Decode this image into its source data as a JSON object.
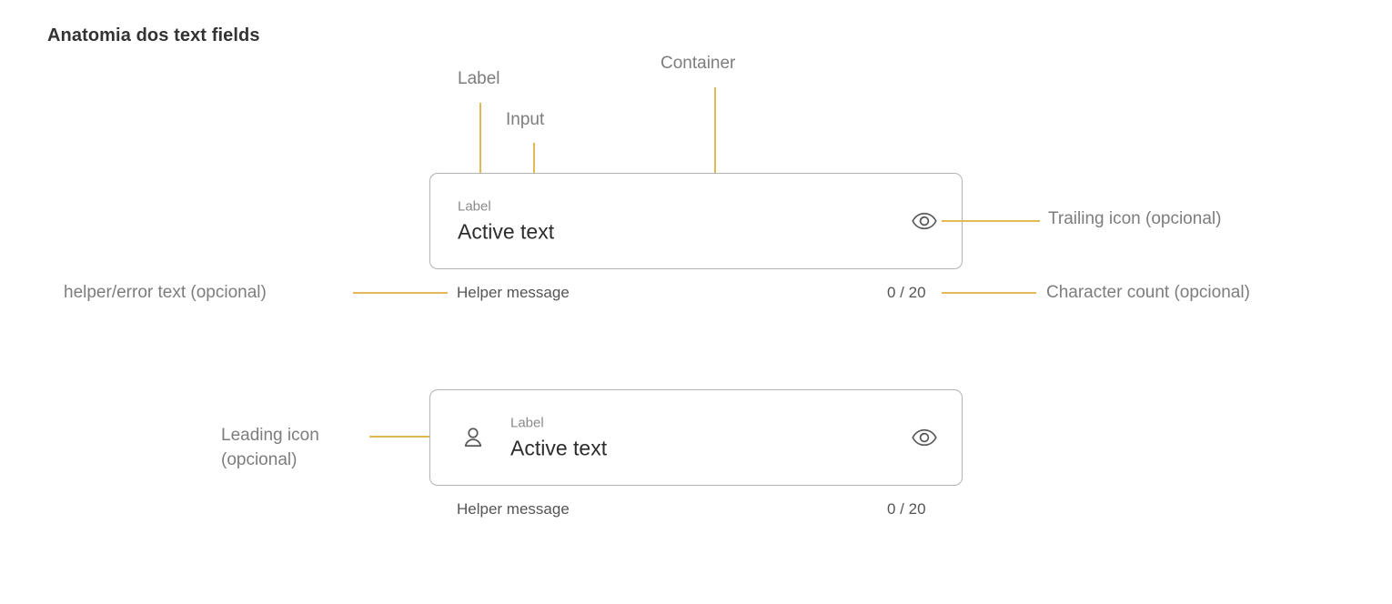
{
  "page": {
    "title": "Anatomia dos text fields",
    "background": "#ffffff",
    "accent_line_color": "#e3b955",
    "border_color": "#b3b3b3",
    "annotation_text_color": "#7d7d7d",
    "value_text_color": "#2c2c2c",
    "label_text_color": "#8a8a8a"
  },
  "annotations": {
    "label": "Label",
    "input": "Input",
    "container": "Container",
    "trailing_icon": "Trailing icon (opcional)",
    "helper_error": "helper/error text (opcional)",
    "character_count": "Character count (opcional)",
    "leading_icon_line1": "Leading icon",
    "leading_icon_line2": "(opcional)"
  },
  "field_one": {
    "label": "Label",
    "value": "Active text",
    "helper": "Helper message",
    "counter": "0 / 20",
    "trailing_icon": "eye-icon"
  },
  "field_two": {
    "label": "Label",
    "value": "Active text",
    "helper": "Helper message",
    "counter": "0 / 20",
    "leading_icon": "person-icon",
    "trailing_icon": "eye-icon"
  }
}
